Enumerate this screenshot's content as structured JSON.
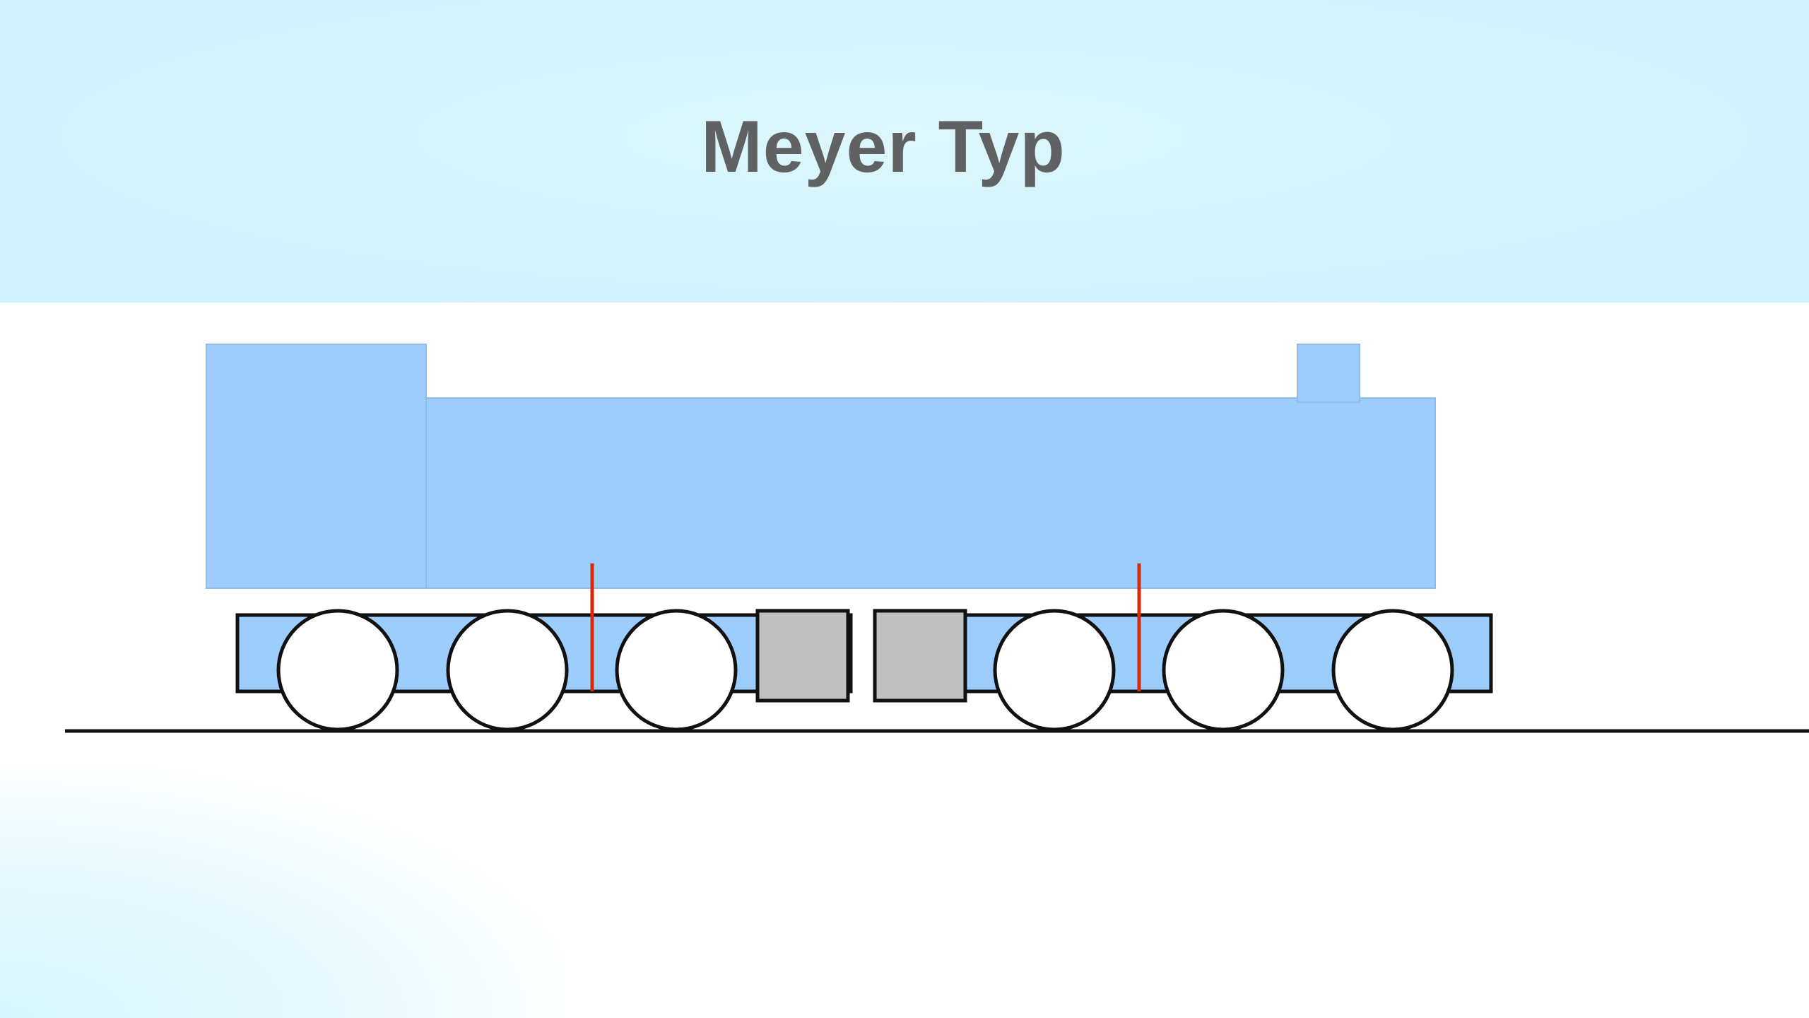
{
  "slide": {
    "title": "Meyer Typ"
  },
  "colors": {
    "title_band": "#d3f3fd",
    "title_text": "#5f6163",
    "body_fill": "#9dcdfc",
    "frame_fill": "#9dcdfc",
    "wheel_fill": "#ffffff",
    "cylinder_fill": "#c0c0c0",
    "pivot_color": "#d62a10",
    "outline": "#111111"
  },
  "locomotive": {
    "parts": [
      "cab",
      "boiler",
      "chimney",
      "front-bogie",
      "rear-bogie",
      "track"
    ],
    "bogies": [
      {
        "name": "front-bogie",
        "axles": 3,
        "cylinders": 1
      },
      {
        "name": "rear-bogie",
        "axles": 3,
        "cylinders": 1
      }
    ]
  }
}
